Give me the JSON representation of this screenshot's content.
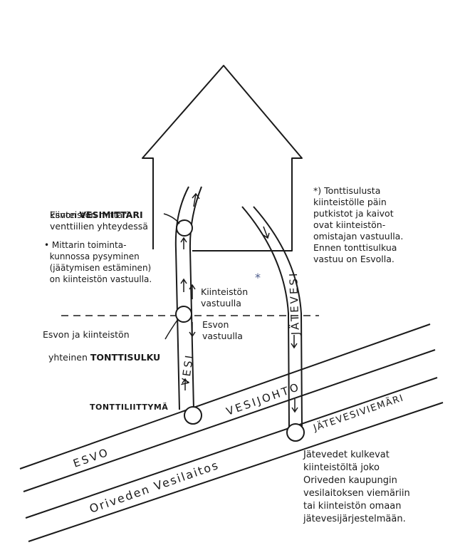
{
  "labels": {
    "meter_line1_prefix": "Esvon ",
    "meter_line1_bold": "VESIMITTARI",
    "meter_line2": "kiinteistön mittari-",
    "meter_line3": "venttiilien yhteydessä",
    "meter_bullet": "• Mittarin toiminta-\n  kunnossa pysyminen\n  (jäätymisen estäminen)\n  on kiinteistön vastuulla.",
    "valve_line1": "Esvon ja kiinteistön",
    "valve_line2_prefix": "yhteinen ",
    "valve_line2_bold": "TONTTISULKU",
    "property_resp": "Kiinteistön\nvastuulla",
    "esvo_resp": "Esvon\nvastuulla",
    "asterisk": "*",
    "footnote": "*) Tonttisulusta\nkiinteistölle päin\nputkistot ja kaivot\novat kiinteistön-\nomistajan vastuulla.\nEnnen tonttisulkua\nvastuu on Esvolla.",
    "connection": "TONTTILIITTYMÄ",
    "water_pipe": "VESI",
    "waste_pipe": "JÄTEVESI",
    "main_water": "VESIJOHTO",
    "main_sewer": "JÄTEVESIVIEMÄRI",
    "esvo": "ESVO",
    "orivesi": "Oriveden Vesilaitos",
    "waste_note": "Jätevedet kulkevat\nkiinteistöltä joko\nOriveden kaupungin\nvesilaitoksen viemäriin\ntai kiinteistön omaan\njätevesijärjestelmään."
  },
  "colors": {
    "ink": "#1a1a1a",
    "pipe_fill": "#ffffff",
    "asterisk": "#4a5a8a"
  }
}
